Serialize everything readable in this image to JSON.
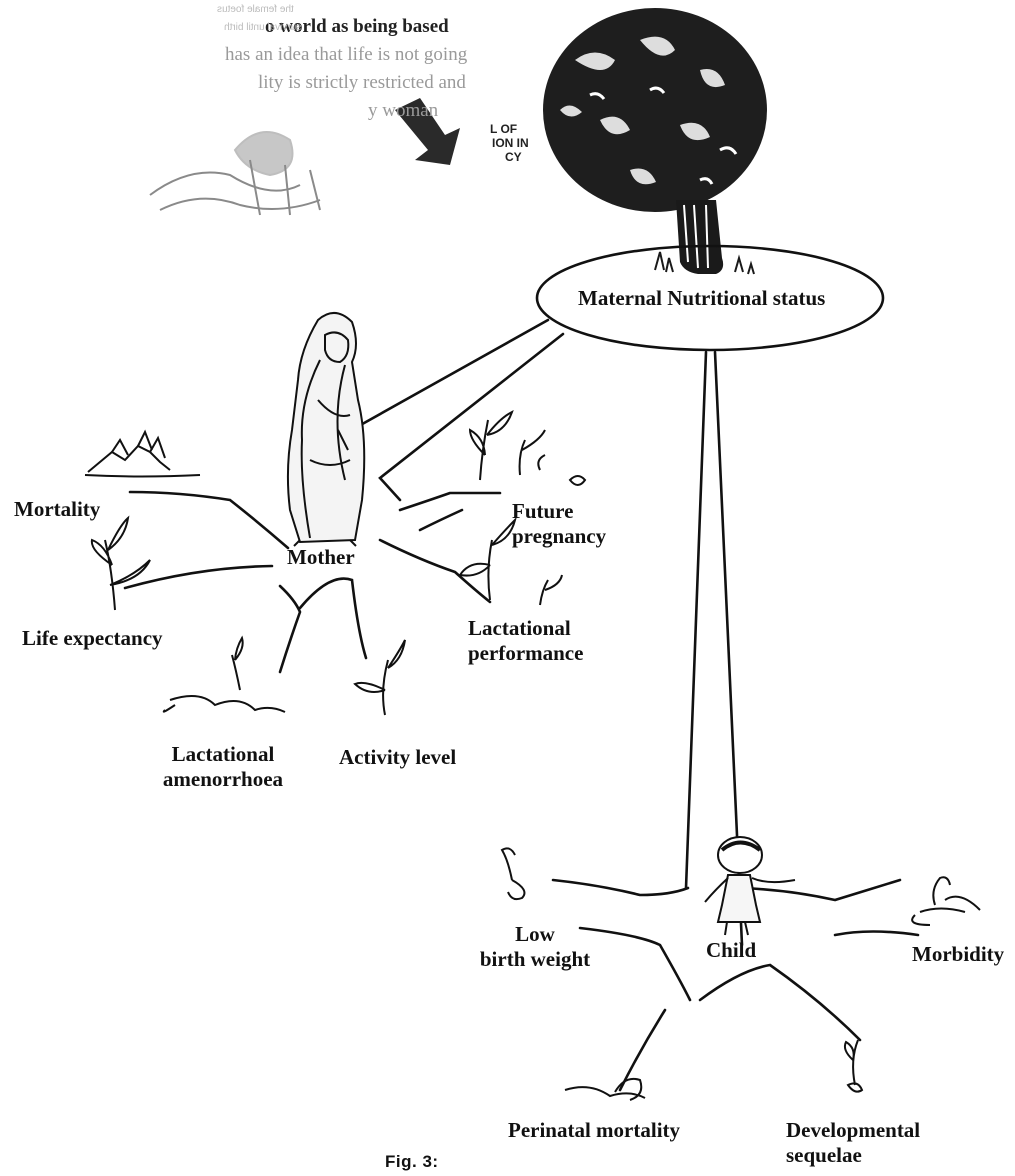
{
  "diagram": {
    "root_label": "Maternal Nutritional status",
    "mother": {
      "hub_label": "Mother",
      "outcomes": {
        "mortality": "Mortality",
        "future_pregnancy": [
          "Future",
          "pregnancy"
        ],
        "life_expectancy": "Life expectancy",
        "lactational_performance": [
          "Lactational",
          "performance"
        ],
        "lactational_amenorrhoea": [
          "Lactational",
          "amenorrhoea"
        ],
        "activity_level": "Activity level"
      }
    },
    "child": {
      "hub_label": "Child",
      "outcomes": {
        "low_birth_weight": [
          "Low",
          "birth weight"
        ],
        "morbidity": "Morbidity",
        "perinatal_mortality": "Perinatal mortality",
        "developmental_sequelae": [
          "Developmental",
          "sequelae"
        ]
      }
    },
    "caption": "Fig. 3:"
  },
  "bleed_through": {
    "line1": "o world as being based",
    "line2": "has an idea that life is not going",
    "line3": "lity is strictly restricted and",
    "line4": "y woman",
    "heading1": "L OF",
    "heading2": "ION IN",
    "heading3": "CY",
    "mirror_top1": "the female foetus",
    "mirror_top2": "survival until birth"
  },
  "colors": {
    "ink": "#111111",
    "faint": "#9a9a9a",
    "background": "#ffffff"
  }
}
